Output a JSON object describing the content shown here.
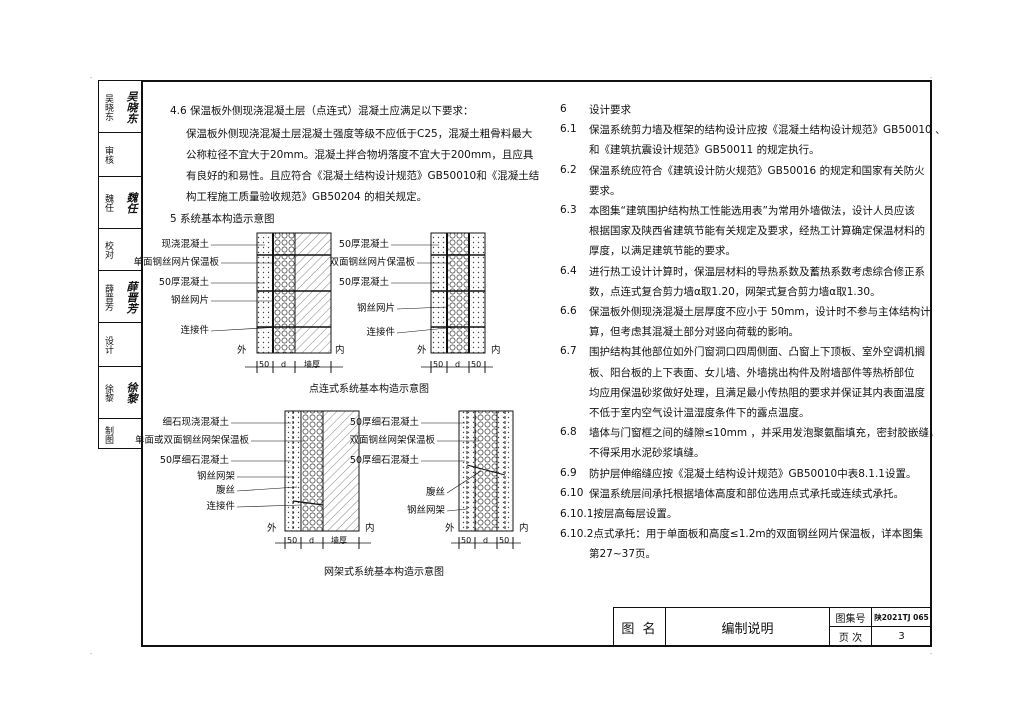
{
  "strip": [
    {
      "label": "吴晓东",
      "sign": "吴晓东"
    },
    {
      "label": "审核",
      "sign": ""
    },
    {
      "label": "魏任",
      "sign": "魏任"
    },
    {
      "label": "校对",
      "sign": ""
    },
    {
      "label": "薛晋芳",
      "sign": "薛晋芳"
    },
    {
      "label": "设计",
      "sign": ""
    },
    {
      "label": "徐黎",
      "sign": "徐黎"
    },
    {
      "label": "制图",
      "sign": ""
    }
  ],
  "left_col": {
    "s46_head": "4.6 保温板外侧现浇混凝土层（点连式）混凝土应满足以下要求：",
    "s46_lines": [
      "保温板外侧现浇混凝土层混凝土强度等级不应低于C25，混凝土粗骨料最大",
      "公称粒径不宜大于20mm。混凝土拌合物坍落度不宜大于200mm，且应具",
      "有良好的和易性。且应符合《混凝土结构设计规范》GB50010和《混凝土结",
      "构工程施工质量验收规范》GB50204 的相关规定。"
    ],
    "s5_head": "5    系统基本构造示意图"
  },
  "diagrams": {
    "d1": {
      "labels": [
        "现浇混凝土",
        "单面钢丝网片保温板",
        "50厚混凝土",
        "钢丝网片",
        "连接件"
      ],
      "out": "外",
      "in": "内",
      "dims": [
        "50",
        "d",
        "墙厚"
      ]
    },
    "d2": {
      "labels": [
        "50厚混凝土",
        "双面钢丝网片保温板",
        "50厚混凝土",
        "钢丝网片",
        "连接件"
      ],
      "out": "外",
      "in": "内",
      "dims": [
        "50",
        "d",
        "50"
      ]
    },
    "cap1": "点连式系统基本构造示意图",
    "d3": {
      "labels": [
        "细石现浇混凝土",
        "单面或双面钢丝网架保温板",
        "50厚细石混凝土",
        "钢丝网架",
        "腹丝",
        "连接件"
      ],
      "out": "外",
      "in": "内",
      "dims": [
        "50",
        "d",
        "墙厚"
      ]
    },
    "d4": {
      "labels": [
        "50厚细石混凝土",
        "双面钢丝网架保温板",
        "50厚细石混凝土",
        "腹丝",
        "钢丝网架"
      ],
      "out": "外",
      "in": "内",
      "dims": [
        "50",
        "d",
        "50"
      ]
    },
    "cap2": "网架式系统基本构造示意图"
  },
  "right_col": [
    {
      "n": "6",
      "lines": [
        "设计要求"
      ]
    },
    {
      "n": "6.1",
      "lines": [
        "保温系统剪力墙及框架的结构设计应按《混凝土结构设计规范》GB50010 、",
        "和《建筑抗震设计规范》GB50011 的规定执行。"
      ]
    },
    {
      "n": "6.2",
      "lines": [
        "保温系统应符合《建筑设计防火规范》GB50016 的规定和国家有关防火",
        "要求。"
      ]
    },
    {
      "n": "6.3",
      "lines": [
        "本图集“建筑围护结构热工性能选用表”为常用外墙做法，设计人员应该",
        "根据国家及陕西省建筑节能有关规定及要求，经热工计算确定保温材料的",
        "厚度，以满足建筑节能的要求。"
      ]
    },
    {
      "n": "6.4",
      "lines": [
        "进行热工设计计算时，保温层材料的导热系数及蓄热系数考虑综合修正系",
        "数，点连式复合剪力墙α取1.20，网架式复合剪力墙α取1.30。"
      ]
    },
    {
      "n": "6.6",
      "lines": [
        "保温板外侧现浇混凝土层厚度不应小于 50mm，设计时不参与主体结构计",
        "算，但考虑其混凝土部分对竖向荷载的影响。"
      ]
    },
    {
      "n": "6.7",
      "lines": [
        "围护结构其他部位如外门窗洞口四周侧面、凸窗上下顶板、室外空调机搁",
        "板、阳台板的上下表面、女儿墙、外墙挑出构件及附墙部件等热桥部位",
        "均应用保温砂浆做好处理，且满足最小传热阻的要求并保证其内表面温度",
        "不低于室内空气设计温湿度条件下的露点温度。"
      ]
    },
    {
      "n": "6.8",
      "lines": [
        "墙体与门窗框之间的缝隙≤10mm ，并采用发泡聚氨酯填充，密封胶嵌缝，",
        "不得采用水泥砂浆填缝。"
      ]
    },
    {
      "n": "6.9",
      "lines": [
        "防护层伸缩缝应按《混凝土结构设计规范》GB50010中表8.1.1设置。"
      ]
    },
    {
      "n": "6.10",
      "lines": [
        "保温系统层间承托根据墙体高度和部位选用点式承托或连续式承托。"
      ]
    },
    {
      "n": "",
      "lines": [
        "6.10.1按层高每层设置。"
      ]
    },
    {
      "n": "",
      "lines": [
        "6.10.2点式承托：用于单面板和高度≤1.2m的双面钢丝网片保温板，详本图集",
        "第27~37页。"
      ]
    }
  ],
  "title_block": {
    "name_label": "图 名",
    "name": "编制说明",
    "atlas_label": "图集号",
    "atlas_no": "陕2021TJ 065",
    "page_label": "页  次",
    "page_no": "3"
  }
}
